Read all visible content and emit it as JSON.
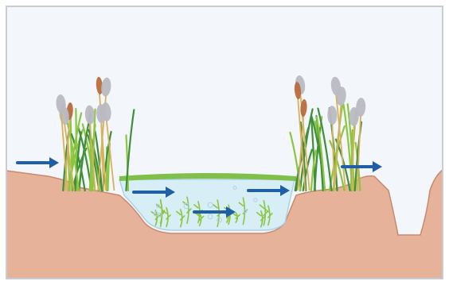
{
  "diagram": {
    "palette": {
      "sky": "#f3f6fb",
      "frame": "#c9ccd2",
      "soil": "#e6b39a",
      "soil_edge": "#c98a6c",
      "water": "#d7eef7",
      "water_line": "#a9d3e6",
      "grass_dark": "#3f8f3b",
      "grass_light": "#8cc63f",
      "reed_stem": "#d7b15b",
      "plume_grey": "#b9b9c2",
      "plume_brown": "#b86b3d",
      "arrow": "#1f5fa6",
      "float_mat": "#7fbf4a"
    },
    "flow_arrows": [
      {
        "id": "inflow",
        "icon": "arrow-right-icon"
      },
      {
        "id": "pond-upper",
        "icon": "arrow-right-icon"
      },
      {
        "id": "pond-middle",
        "icon": "arrow-right-icon"
      },
      {
        "id": "pond-lower",
        "icon": "arrow-right-icon"
      },
      {
        "id": "outflow",
        "icon": "arrow-right-icon"
      }
    ],
    "zones": [
      {
        "id": "left-reed-bed",
        "icon": "reed-icon"
      },
      {
        "id": "open-water-pond",
        "icon": "water-icon"
      },
      {
        "id": "right-reed-bed",
        "icon": "reed-icon"
      },
      {
        "id": "outlet-channel",
        "icon": "channel-icon"
      }
    ]
  }
}
